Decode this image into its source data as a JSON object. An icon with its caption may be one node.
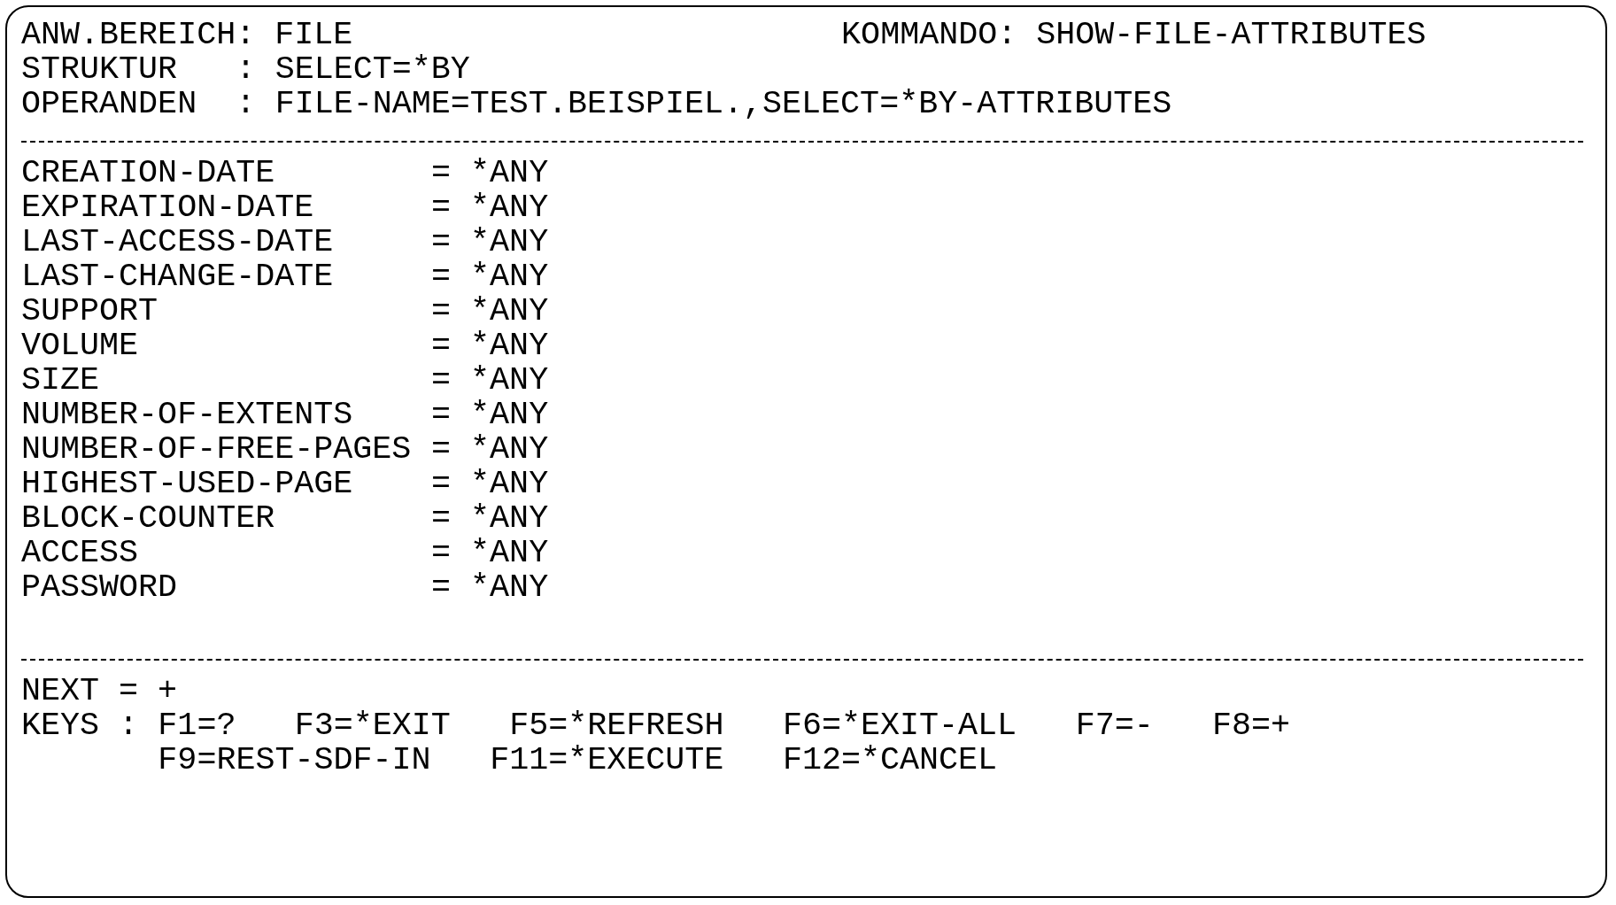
{
  "diagram": {
    "labels": [
      "ANW.BEREICH: FILE",
      "KOMMANDO: SHOW-FILE-ATTRIBUTES",
      "STRUKTUR",
      ":",
      "SELECT=*BY",
      "OPERANDEN",
      ":",
      "FILE-NAME=TEST.BEISPIEL.,SELECT=*BY-ATTRIBUTES",
      "CREATION-DATE",
      "= *ANY",
      "EXPIRATION-DATE",
      "= *ANY",
      "LAST-ACCESS-DATE",
      "= *ANY",
      "LAST-CHANGE-DATE",
      "= *ANY",
      "SUPPORT",
      "= *ANY",
      "VOLUME",
      "= *ANY",
      "SIZE",
      "= *ANY",
      "NUMBER-OF-EXTENTS",
      "= *ANY",
      "NUMBER-OF-FREE-PAGES",
      "= *ANY",
      "HIGHEST-USED-PAGE",
      "= *ANY",
      "BLOCK-COUNTER",
      "= *ANY",
      "ACCESS",
      "= *ANY",
      "PASSWORD",
      "= *ANY",
      "NEXT = +",
      "KEYS :",
      "F1=?",
      "F3=*EXIT",
      "F5=*REFRESH",
      "F6=*EXIT-ALL",
      "F7=-",
      "F8=+",
      "F9=REST-SDF-IN",
      "F11=*EXECUTE",
      "F12=*CANCEL"
    ]
  }
}
